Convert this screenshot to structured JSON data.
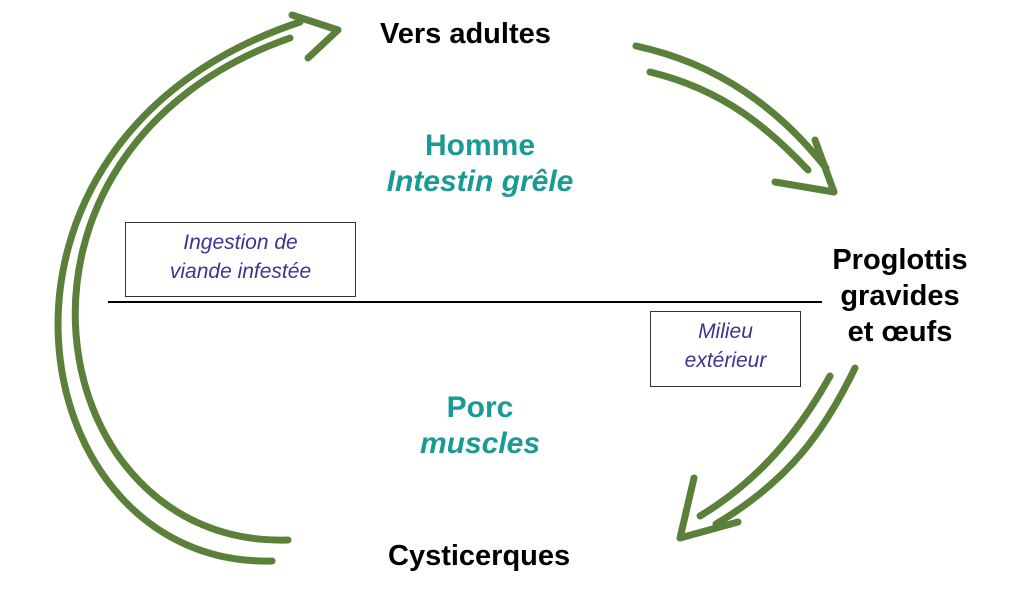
{
  "colors": {
    "arrow": "#5a8039",
    "host_text": "#1a9a94",
    "note_text": "#3a3690",
    "divider": "#000000"
  },
  "stages": {
    "adults": "Vers adultes",
    "proglottis_line1": "Proglottis",
    "proglottis_line2": "gravides",
    "proglottis_line3": "et œufs",
    "cysticerques": "Cysticerques"
  },
  "hosts": {
    "human_name": "Homme",
    "human_site": "Intestin grêle",
    "pig_name": "Porc",
    "pig_site": "muscles"
  },
  "notes": {
    "ingestion_line1": "Ingestion de",
    "ingestion_line2": "viande infestée",
    "environment_line1": "Milieu",
    "environment_line2": "extérieur"
  }
}
